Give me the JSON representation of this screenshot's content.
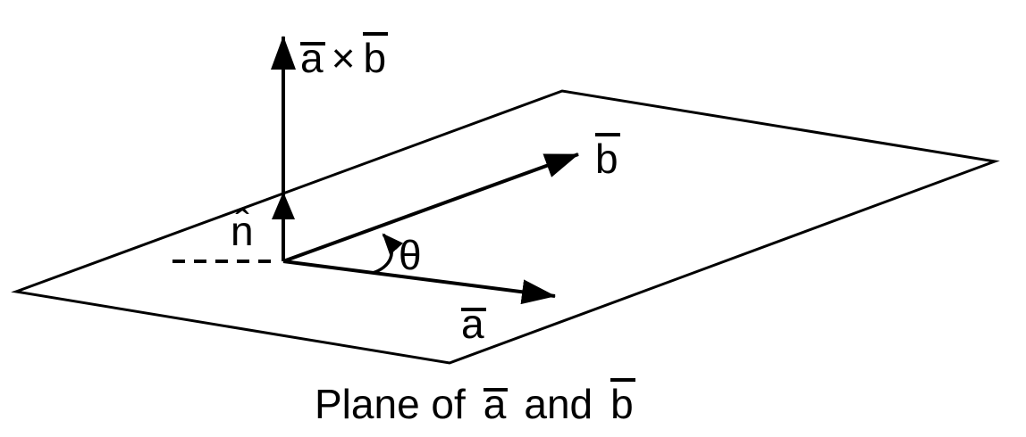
{
  "figure": {
    "labels": {
      "cross_product": {
        "vector_a": "a",
        "operator": "×",
        "vector_b": "b"
      },
      "normal": "n̂",
      "vector_b": "b",
      "vector_a": "a",
      "angle": "θ"
    },
    "caption": {
      "prefix": "Plane of",
      "vector_a": "a",
      "conjunction": "and",
      "vector_b": "b"
    },
    "colors": {
      "ink": "#000000",
      "background": "#ffffff"
    }
  }
}
